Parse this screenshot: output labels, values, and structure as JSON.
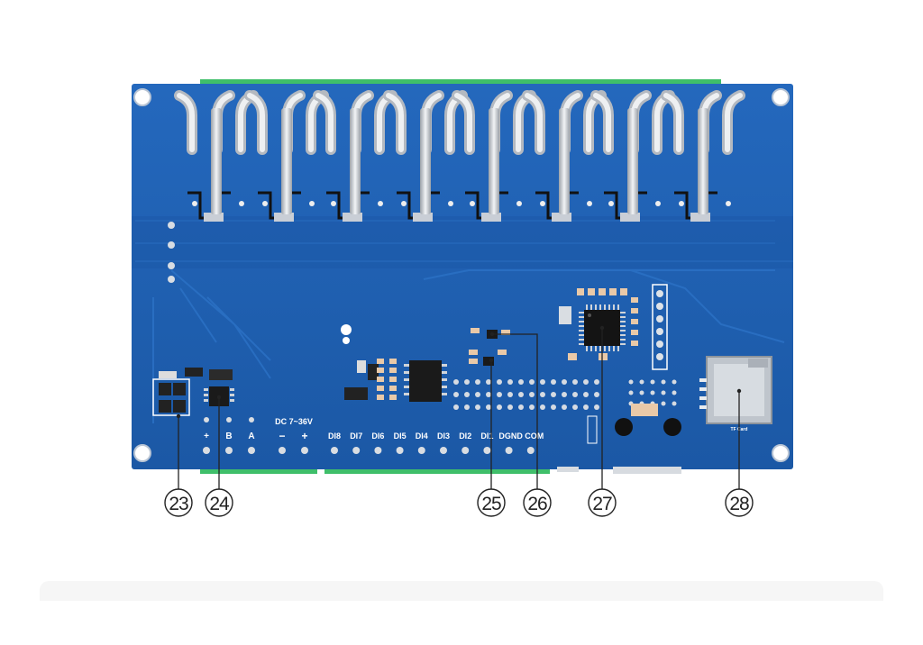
{
  "board": {
    "silkscreen": {
      "power_label": "DC 7~36V",
      "power_minus": "−",
      "power_plus": "+",
      "rs485_plus": "+",
      "rs485_b": "B",
      "rs485_a": "A",
      "inputs": [
        "DI8",
        "DI7",
        "DI6",
        "DI5",
        "DI4",
        "DI3",
        "DI2",
        "DI1",
        "DGND",
        "COM"
      ],
      "tf_card": "TF Card"
    }
  },
  "callouts": [
    {
      "id": "callout-23",
      "number": "23"
    },
    {
      "id": "callout-24",
      "number": "24"
    },
    {
      "id": "callout-25",
      "number": "25"
    },
    {
      "id": "callout-26",
      "number": "26"
    },
    {
      "id": "callout-27",
      "number": "27"
    },
    {
      "id": "callout-28",
      "number": "28"
    }
  ],
  "colors": {
    "pcb": "#1f5fb0",
    "pcb_dark": "#174f97",
    "pad": "#c9ced6",
    "silk": "#ffffff",
    "terminal": "#3fbf6a",
    "callout_line": "#222222"
  }
}
